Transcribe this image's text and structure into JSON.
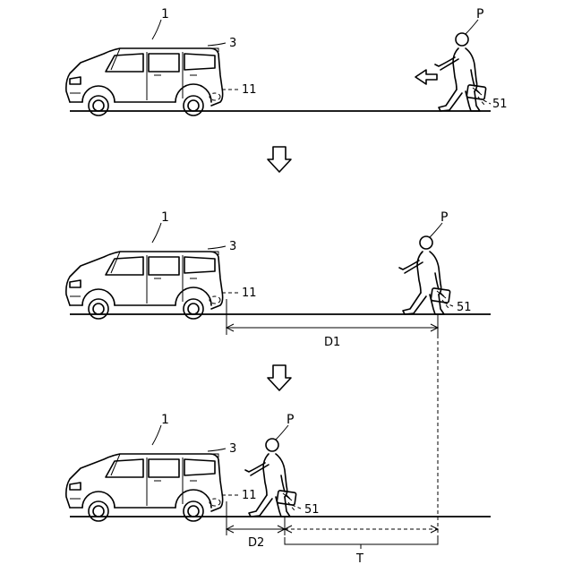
{
  "labels": {
    "vehicle": "1",
    "tailgate": "3",
    "sensor": "11",
    "person": "P",
    "key": "51",
    "distance_1": "D1",
    "distance_2": "D2",
    "duration": "T"
  }
}
